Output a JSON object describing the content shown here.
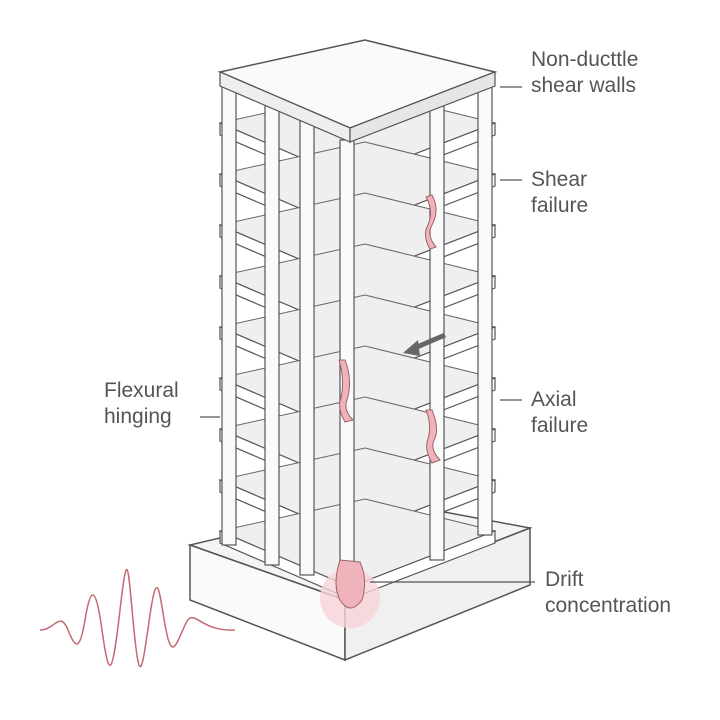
{
  "labels": {
    "non_ductile": [
      "Non-ducttle",
      "shear walls"
    ],
    "shear": [
      "Shear",
      "failure"
    ],
    "axial": [
      "Axial",
      "failure"
    ],
    "flexural": [
      "Flexural",
      "hinging"
    ],
    "drift": [
      "Drift",
      "concentration"
    ]
  },
  "colors": {
    "line": "#555555",
    "damage": "#e8a0a8",
    "floor": "#eeeeee"
  }
}
